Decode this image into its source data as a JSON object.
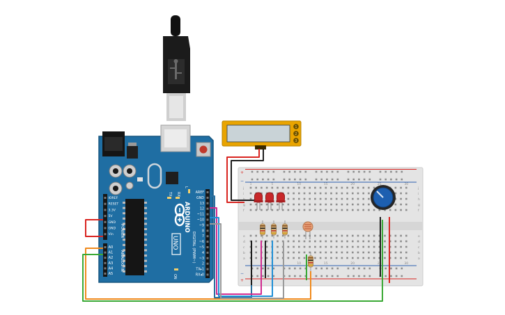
{
  "board": {
    "brand": "ARDUINO",
    "model": "UNO",
    "on_label": "ON",
    "tx_label": "TX",
    "rx_label": "RX",
    "l_label": "L",
    "power_header": "POWER",
    "analog_header": "ANALOG IN",
    "digital_header": "DIGITAL (PWM~)",
    "power_pins": [
      "IOREF",
      "RESET",
      "3.3V",
      "5V",
      "GND",
      "GND",
      "Vin"
    ],
    "analog_pins": [
      "A0",
      "A1",
      "A2",
      "A3",
      "A4",
      "A5"
    ],
    "digital_pins": [
      "AREF",
      "GND",
      "13",
      "12",
      "~11",
      "~10",
      "~9",
      "8",
      "7",
      "~6",
      "~5",
      "4",
      "~3",
      "2",
      "TX▸1",
      "RX◂0"
    ]
  },
  "lcd": {
    "buttons": [
      "1",
      "2",
      "3"
    ]
  },
  "breadboard": {
    "rows_top": [
      "j",
      "i",
      "h",
      "g",
      "f"
    ],
    "rows_bottom": [
      "e",
      "d",
      "c",
      "b",
      "a"
    ],
    "column_numbers": [
      "1",
      "5",
      "10",
      "15",
      "20",
      "25",
      "30"
    ],
    "rail_plus": "+",
    "rail_minus": "−"
  },
  "colors": {
    "board": "#1f6ea3",
    "board_edge": "#16557f",
    "wire_red": "#d9231f",
    "wire_black": "#1c1c1c",
    "wire_green": "#3aa935",
    "wire_orange": "#f08a1c",
    "wire_blue": "#1f8fd6",
    "wire_magenta": "#d12a8f",
    "wire_gray": "#9a9a9a",
    "lcd_frame": "#e9a400",
    "led_red": "#c8282a",
    "pot": "#1d5fb0"
  }
}
